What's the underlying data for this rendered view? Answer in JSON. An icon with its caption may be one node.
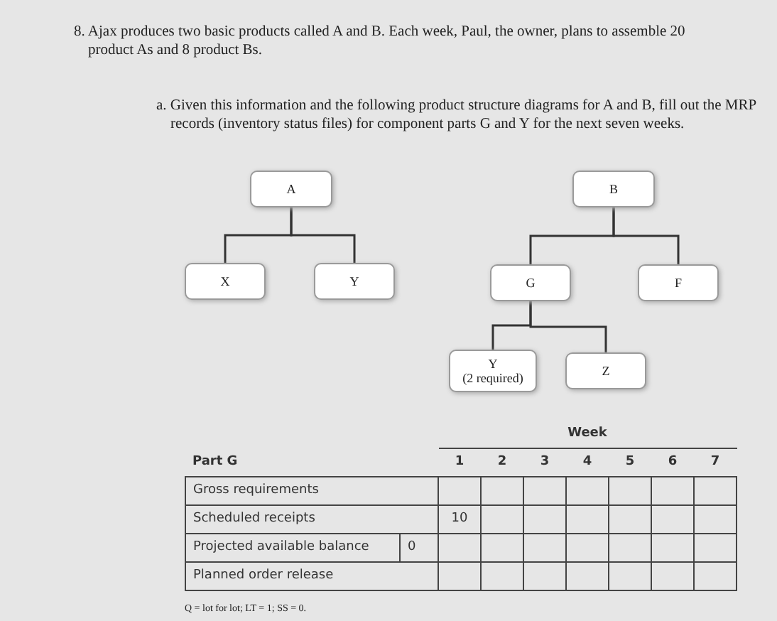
{
  "diagram": {
    "nodes": [
      {
        "text": [
          "A"
        ]
      },
      {
        "text": [
          "X"
        ]
      },
      {
        "text": [
          "Y"
        ]
      },
      {
        "text": [
          "B"
        ]
      },
      {
        "text": [
          "G"
        ]
      },
      {
        "text": [
          "F"
        ]
      },
      {
        "text": [
          "Y",
          "(2 required)"
        ]
      },
      {
        "text": [
          "Z"
        ]
      }
    ],
    "edges": [
      {
        "from": 0,
        "to": 1,
        "arrow": "none"
      },
      {
        "from": 0,
        "to": 2,
        "arrow": "none"
      },
      {
        "from": 3,
        "to": 4,
        "arrow": "none"
      },
      {
        "from": 3,
        "to": 5,
        "arrow": "none"
      },
      {
        "from": 4,
        "to": 6,
        "arrow": "none"
      },
      {
        "from": 4,
        "to": 7,
        "arrow": "none"
      }
    ],
    "labels": [
      "8. Ajax produces two basic products called A and B. Each week, Paul, the owner, plans to assemble 20 product As and 8 product Bs.",
      "a. Given this information and the following product structure diagrams for A and B, fill out the MRP records (inventory status files) for component parts G and Y for the next seven weeks.",
      "Week",
      "Part G",
      "1",
      "2",
      "3",
      "4",
      "5",
      "6",
      "7",
      "Gross requirements",
      "Scheduled receipts",
      "10",
      "Projected available balance",
      "0",
      "Planned order release",
      "Q = lot for lot; LT = 1; SS = 0."
    ]
  }
}
